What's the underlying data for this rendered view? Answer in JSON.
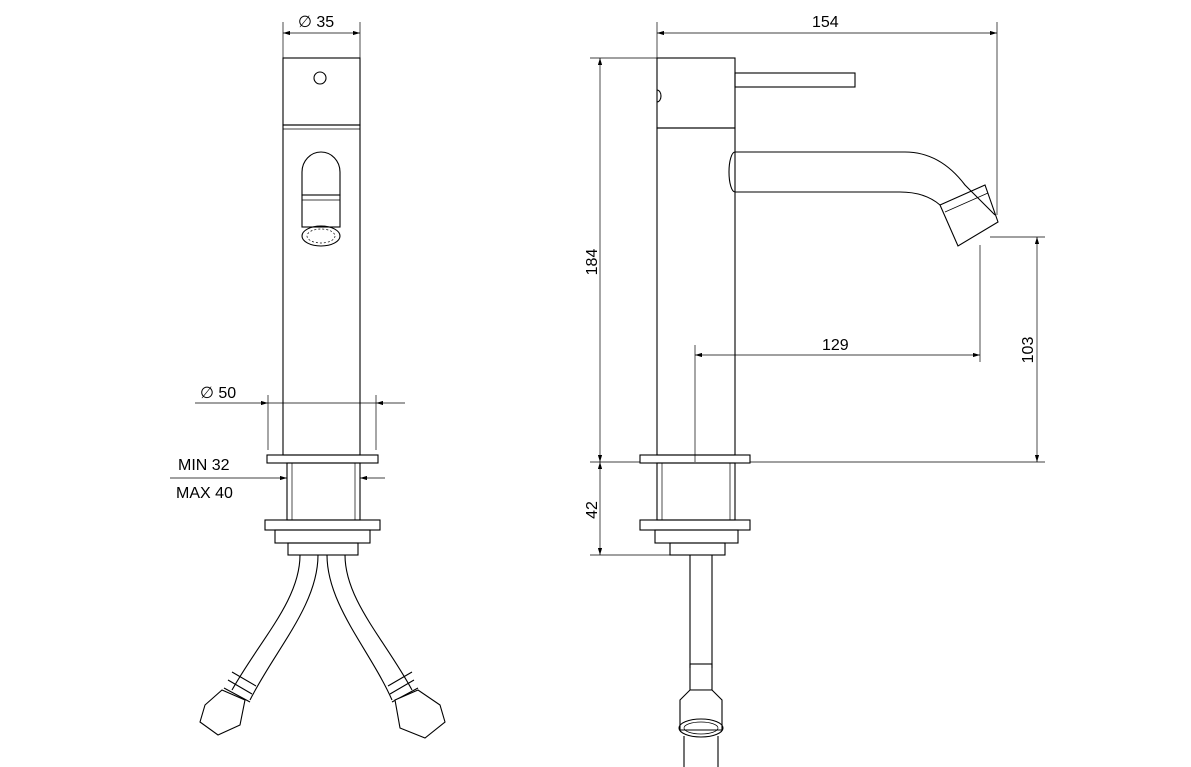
{
  "drawing": {
    "front_view": {
      "dim_top_diameter": "∅ 35",
      "dim_base_diameter": "∅ 50",
      "dim_min_thickness": "MIN 32",
      "dim_max_thickness": "MAX 40"
    },
    "side_view": {
      "dim_total_length": "154",
      "dim_total_height": "184",
      "dim_spout_reach": "129",
      "dim_spout_height": "103",
      "dim_shank_length": "42"
    },
    "colors": {
      "line": "#000000",
      "background": "#ffffff"
    }
  }
}
